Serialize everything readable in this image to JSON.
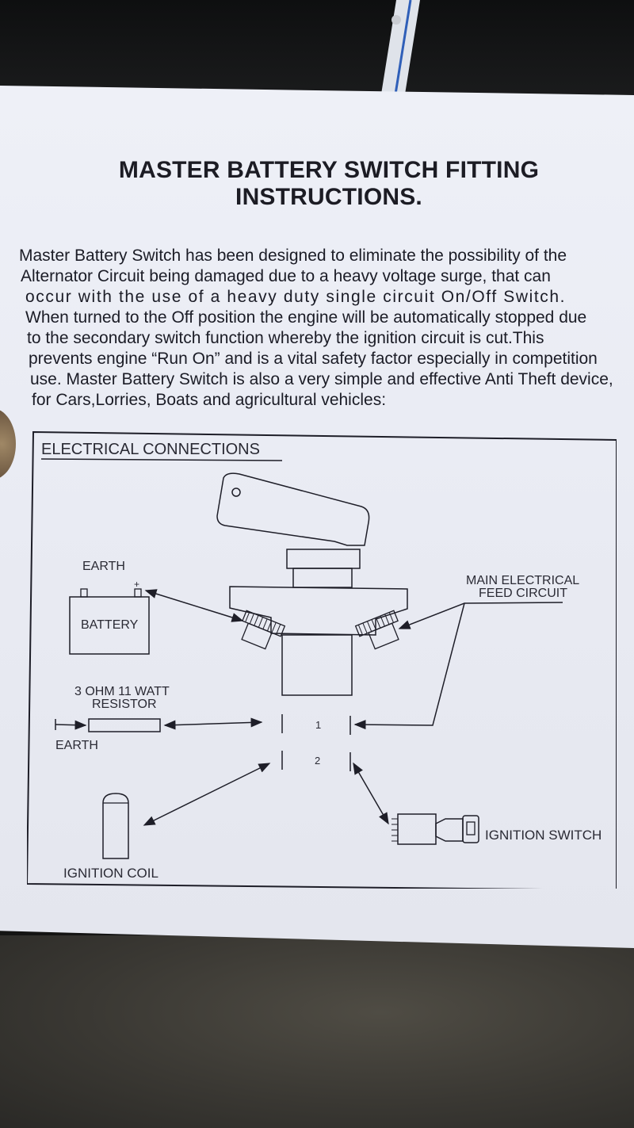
{
  "title": {
    "line1": "MASTER BATTERY SWITCH FITTING",
    "line2": "INSTRUCTIONS."
  },
  "paragraph": [
    "Master Battery Switch has been designed to eliminate the possibility of the",
    "Alternator Circuit being damaged due to a heavy voltage surge, that can",
    "occur with the use of a heavy duty single circuit On/Off Switch.",
    "When turned to the Off position the engine will be automatically stopped due",
    "to the secondary switch function whereby the ignition circuit is cut.This",
    "prevents engine “Run On” and is a vital safety factor especially in competition",
    "use. Master Battery Switch is also a very simple and effective Anti Theft device,",
    "for Cars,Lorries, Boats and agricultural vehicles:"
  ],
  "diagram": {
    "heading": "ELECTRICAL CONNECTIONS",
    "labels": {
      "earth_top": "EARTH",
      "battery": "BATTERY",
      "battery_plus": "+",
      "main_feed_1": "MAIN ELECTRICAL",
      "main_feed_2": "FEED CIRCUIT",
      "resistor_1": "3 OHM 11 WATT",
      "resistor_2": "RESISTOR",
      "earth_bottom": "EARTH",
      "terminal_1": "1",
      "terminal_2": "2",
      "ignition_coil": "IGNITION COIL",
      "ignition_switch": "IGNITION SWITCH"
    }
  }
}
